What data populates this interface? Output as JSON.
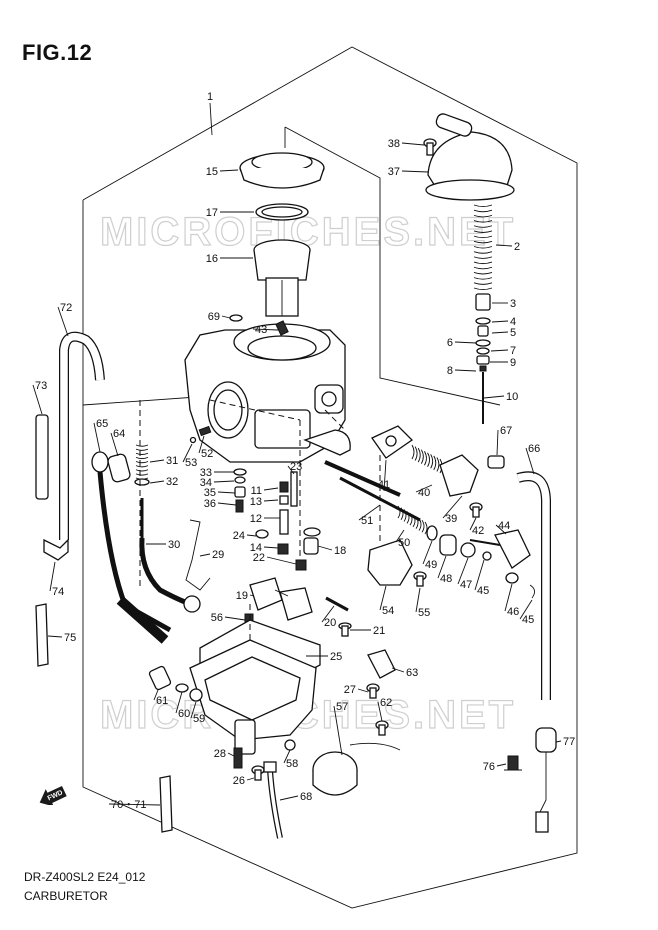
{
  "figure": {
    "title": "FIG.12",
    "code": "DR-Z400SL2 E24_012",
    "caption": "CARBURETOR",
    "fwd_label": "FWD"
  },
  "watermarks": [
    "MICROFICHES.NET",
    "MICROFICHES.NET"
  ],
  "callouts": [
    {
      "id": "p1",
      "label": "1"
    },
    {
      "id": "p2",
      "label": "2"
    },
    {
      "id": "p3",
      "label": "3"
    },
    {
      "id": "p4",
      "label": "4"
    },
    {
      "id": "p5",
      "label": "5"
    },
    {
      "id": "p6",
      "label": "6"
    },
    {
      "id": "p7",
      "label": "7"
    },
    {
      "id": "p8",
      "label": "8"
    },
    {
      "id": "p9",
      "label": "9"
    },
    {
      "id": "p10",
      "label": "10"
    },
    {
      "id": "p11",
      "label": "11"
    },
    {
      "id": "p12",
      "label": "12"
    },
    {
      "id": "p13",
      "label": "13"
    },
    {
      "id": "p14",
      "label": "14"
    },
    {
      "id": "p15",
      "label": "15"
    },
    {
      "id": "p16",
      "label": "16"
    },
    {
      "id": "p17",
      "label": "17"
    },
    {
      "id": "p18",
      "label": "18"
    },
    {
      "id": "p19",
      "label": "19"
    },
    {
      "id": "p20",
      "label": "20"
    },
    {
      "id": "p21",
      "label": "21"
    },
    {
      "id": "p22",
      "label": "22"
    },
    {
      "id": "p23",
      "label": "23"
    },
    {
      "id": "p24",
      "label": "24"
    },
    {
      "id": "p25",
      "label": "25"
    },
    {
      "id": "p26",
      "label": "26"
    },
    {
      "id": "p27",
      "label": "27"
    },
    {
      "id": "p28",
      "label": "28"
    },
    {
      "id": "p29",
      "label": "29"
    },
    {
      "id": "p30",
      "label": "30"
    },
    {
      "id": "p31",
      "label": "31"
    },
    {
      "id": "p32",
      "label": "32"
    },
    {
      "id": "p33",
      "label": "33"
    },
    {
      "id": "p34",
      "label": "34"
    },
    {
      "id": "p35",
      "label": "35"
    },
    {
      "id": "p36",
      "label": "36"
    },
    {
      "id": "p37",
      "label": "37"
    },
    {
      "id": "p38",
      "label": "38"
    },
    {
      "id": "p39",
      "label": "39"
    },
    {
      "id": "p40",
      "label": "40"
    },
    {
      "id": "p41",
      "label": "41"
    },
    {
      "id": "p42",
      "label": "42"
    },
    {
      "id": "p43",
      "label": "43"
    },
    {
      "id": "p44",
      "label": "44"
    },
    {
      "id": "p45a",
      "label": "45"
    },
    {
      "id": "p45b",
      "label": "45"
    },
    {
      "id": "p46",
      "label": "46"
    },
    {
      "id": "p47",
      "label": "47"
    },
    {
      "id": "p48",
      "label": "48"
    },
    {
      "id": "p49",
      "label": "49"
    },
    {
      "id": "p50",
      "label": "50"
    },
    {
      "id": "p51",
      "label": "51"
    },
    {
      "id": "p52",
      "label": "52"
    },
    {
      "id": "p53",
      "label": "53"
    },
    {
      "id": "p54",
      "label": "54"
    },
    {
      "id": "p55",
      "label": "55"
    },
    {
      "id": "p56",
      "label": "56"
    },
    {
      "id": "p57",
      "label": "57"
    },
    {
      "id": "p58",
      "label": "58"
    },
    {
      "id": "p59",
      "label": "59"
    },
    {
      "id": "p60",
      "label": "60"
    },
    {
      "id": "p61",
      "label": "61"
    },
    {
      "id": "p62",
      "label": "62"
    },
    {
      "id": "p63",
      "label": "63"
    },
    {
      "id": "p64",
      "label": "64"
    },
    {
      "id": "p65",
      "label": "65"
    },
    {
      "id": "p66",
      "label": "66"
    },
    {
      "id": "p67",
      "label": "67"
    },
    {
      "id": "p68",
      "label": "68"
    },
    {
      "id": "p69",
      "label": "69"
    },
    {
      "id": "p70_71",
      "label": "70・71"
    },
    {
      "id": "p72",
      "label": "72"
    },
    {
      "id": "p73",
      "label": "73"
    },
    {
      "id": "p74",
      "label": "74"
    },
    {
      "id": "p75",
      "label": "75"
    },
    {
      "id": "p76",
      "label": "76"
    },
    {
      "id": "p77",
      "label": "77"
    }
  ]
}
